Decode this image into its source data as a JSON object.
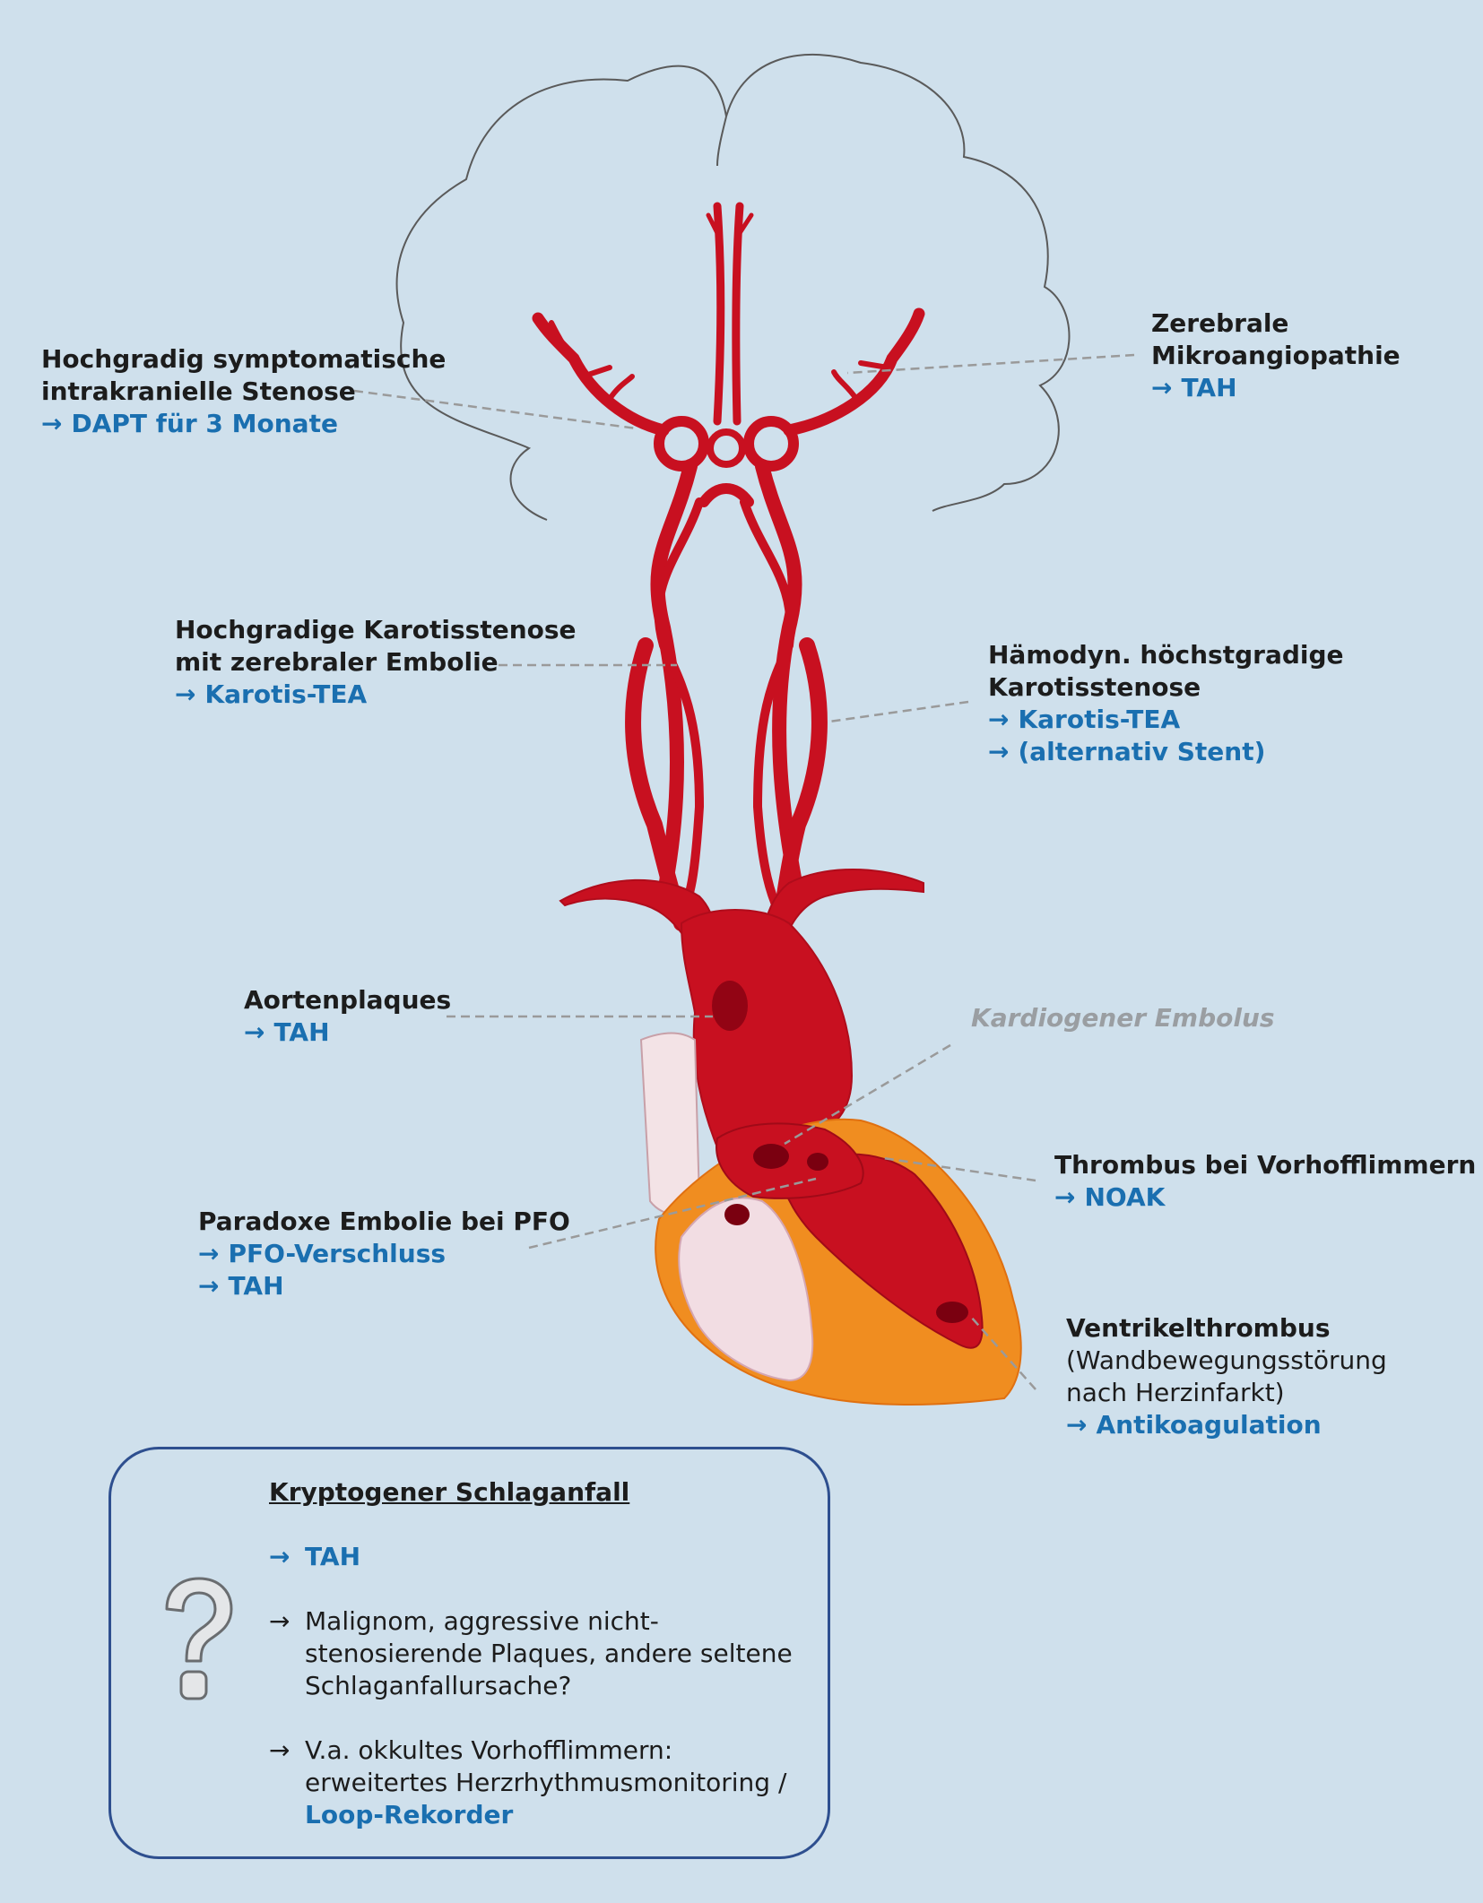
{
  "colors": {
    "background": "#cfe0ec",
    "artery": "#c81020",
    "action_blue": "#1a6fb0",
    "box_border": "#2e4f8f",
    "leader_line": "#9a9a9a"
  },
  "arrow": "→",
  "labels": {
    "intracranial": {
      "title_1": "Hochgradig symptomatische",
      "title_2": "intrakranielle Stenose",
      "action_1": "DAPT für 3 Monate"
    },
    "microangiopathy": {
      "title_1": "Zerebrale",
      "title_2": "Mikroangiopathie",
      "action_1": "TAH"
    },
    "carotid_embolic": {
      "title_1": "Hochgradige Karotisstenose",
      "title_2": "mit zerebraler Embolie",
      "action_1": "Karotis-TEA"
    },
    "carotid_hemodynamic": {
      "title_1": "Hämodyn. höchstgradige",
      "title_2": "Karotisstenose",
      "action_1": "Karotis-TEA",
      "action_2": "(alternativ Stent)"
    },
    "aortic": {
      "title_1": "Aortenplaques",
      "action_1": "TAH"
    },
    "cardiogenic": {
      "title_1": "Kardiogener Embolus"
    },
    "afib": {
      "title_1": "Thrombus bei Vorhofflimmern",
      "action_1": "NOAK"
    },
    "pfo": {
      "title_1": "Paradoxe Embolie bei PFO",
      "action_1": "PFO-Verschluss",
      "action_2": "TAH"
    },
    "ventricular": {
      "title_1": "Ventrikelthrombus",
      "plain_1": "(Wandbewegungsstörung",
      "plain_2": "nach Herzinfarkt)",
      "action_1": "Antikoagulation"
    }
  },
  "box": {
    "title": "Kryptogener Schlaganfall",
    "question_mark": "?",
    "item_1": "TAH",
    "item_2_line_1": "Malignom, aggressive nicht-",
    "item_2_line_2": "stenosierende Plaques, andere seltene",
    "item_2_line_3": "Schlaganfallursache?",
    "item_3_line_1": "V.a. okkultes Vorhofflimmern:",
    "item_3_line_2": "erweitertes Herzrhythmusmonitoring /",
    "item_3_line_3": "Loop-Rekorder"
  }
}
